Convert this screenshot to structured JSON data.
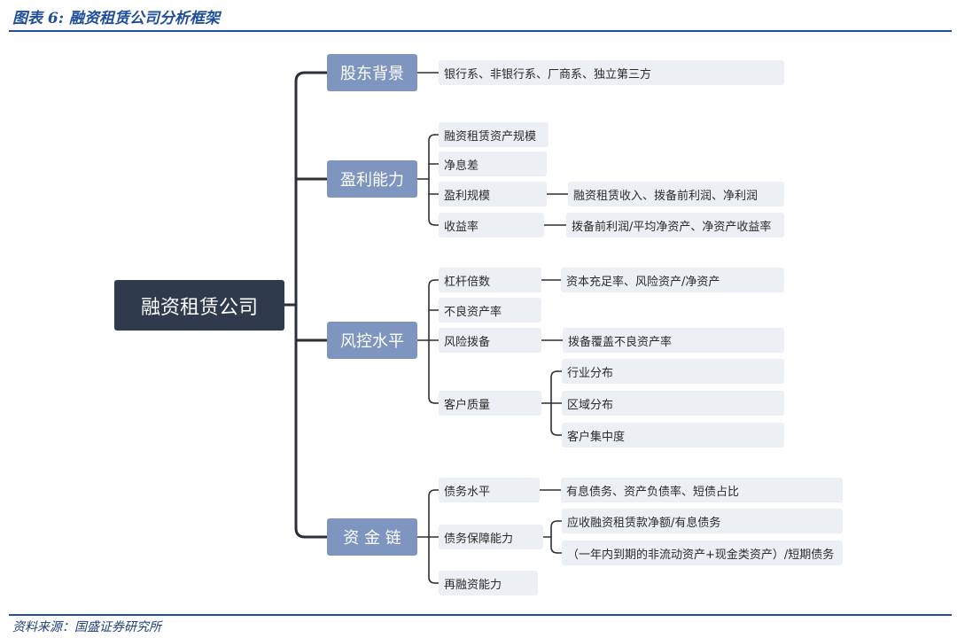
{
  "header": {
    "title": "图表 6:  融资租赁公司分析框架"
  },
  "footer": {
    "source": "资料来源：国盛证券研究所"
  },
  "diagram": {
    "root": "融资租赁公司",
    "shareholder": {
      "label": "股东背景",
      "children": [
        "银行系、非银行系、厂商系、独立第三方"
      ]
    },
    "profitability": {
      "label": "盈利能力",
      "children": [
        "融资租赁资产规模",
        "净息差",
        "盈利规模",
        "收益率"
      ],
      "profit_scale_detail": "融资租赁收入、拨备前利润、净利润",
      "yield_detail": "拨备前利润/平均净资产、净资产收益率"
    },
    "risk_control": {
      "label": "风控水平",
      "children": [
        "杠杆倍数",
        "不良资产率",
        "风险拨备",
        "客户质量"
      ],
      "leverage_detail": "资本充足率、风险资产/净资产",
      "provision_detail": "拨备覆盖不良资产率",
      "customer_quality_details": [
        "行业分布",
        "区域分布",
        "客户集中度"
      ]
    },
    "funding_chain": {
      "label": "资 金 链",
      "children": [
        "债务水平",
        "债务保障能力",
        "再融资能力"
      ],
      "debt_level_detail": "有息债务、资产负债率、短债占比",
      "debt_coverage_details": [
        "应收融资租赁款净额/有息债务",
        "（一年内到期的非流动资产+现金类资产）/短期债务"
      ]
    }
  }
}
